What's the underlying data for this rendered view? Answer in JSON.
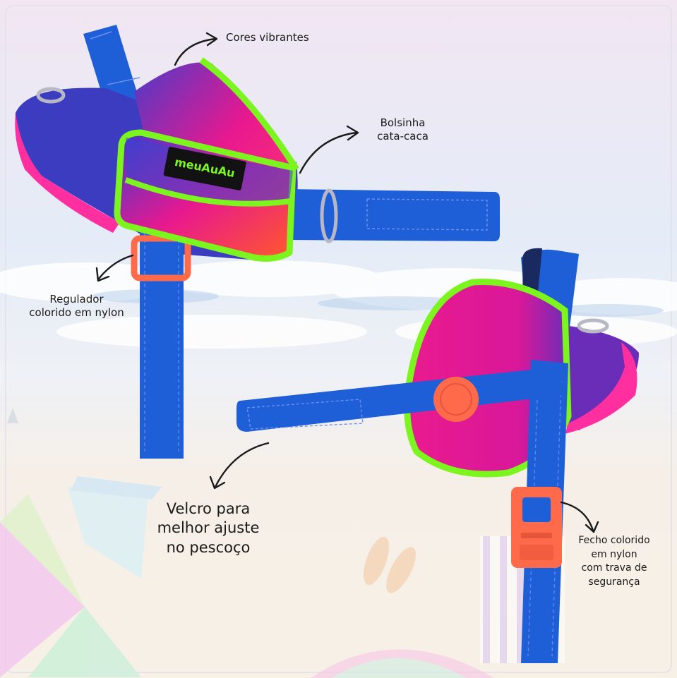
{
  "brand": {
    "logo_text": "meuAuAu"
  },
  "colors": {
    "strap_blue": "#1e5fd8",
    "pink": "#e8188f",
    "purple": "#6a2db8",
    "neon_green": "#7cf51f",
    "orange": "#ff6a4a"
  },
  "icons": [
    "arrow-icon",
    "buckle-icon",
    "regulator-icon",
    "d-ring-icon",
    "flip-flops-icon",
    "beach-umbrella-icon"
  ],
  "callouts": {
    "cores_vibrantes": "Cores vibrantes",
    "bolsinha": "Bolsinha\ncata-caca",
    "regulador": "Regulador\ncolorido em nylon",
    "velcro": "Velcro para\nmelhor ajuste\nno pescoço",
    "fecho": "Fecho colorido\nem nylon\ncom trava de\nsegurança"
  }
}
